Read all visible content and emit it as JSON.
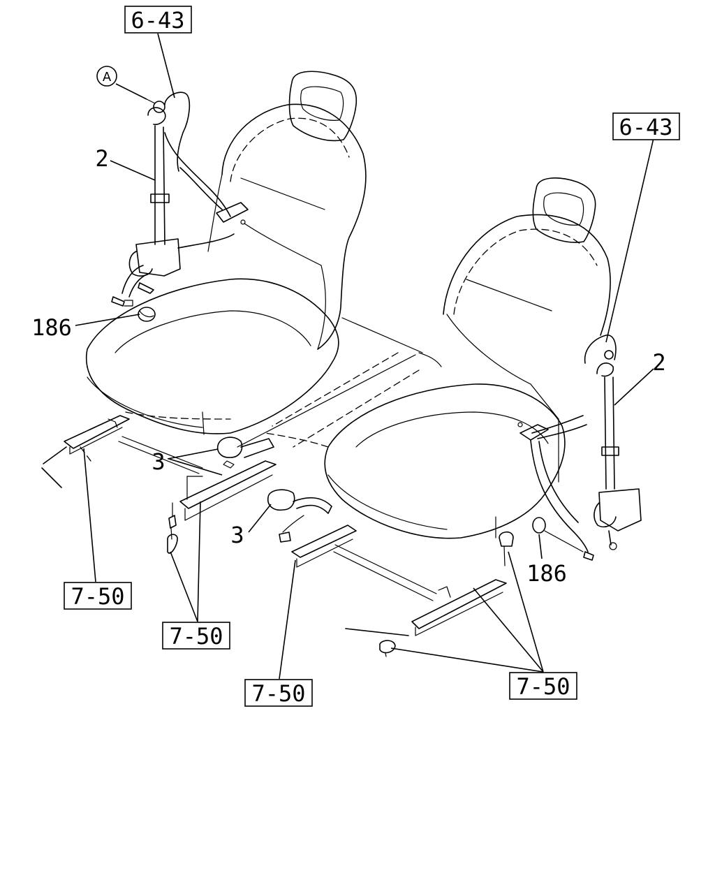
{
  "ref_boxes": {
    "top_left_643": "6-43",
    "top_right_643": "6-43",
    "left_750": "7-50",
    "center_left_750": "7-50",
    "center_750": "7-50",
    "right_750": "7-50"
  },
  "callouts": {
    "circle_a": "A",
    "left_belt": "2",
    "right_belt": "2",
    "left_cap": "186",
    "right_cap": "186",
    "left_buckle": "3",
    "center_buckle": "3"
  }
}
